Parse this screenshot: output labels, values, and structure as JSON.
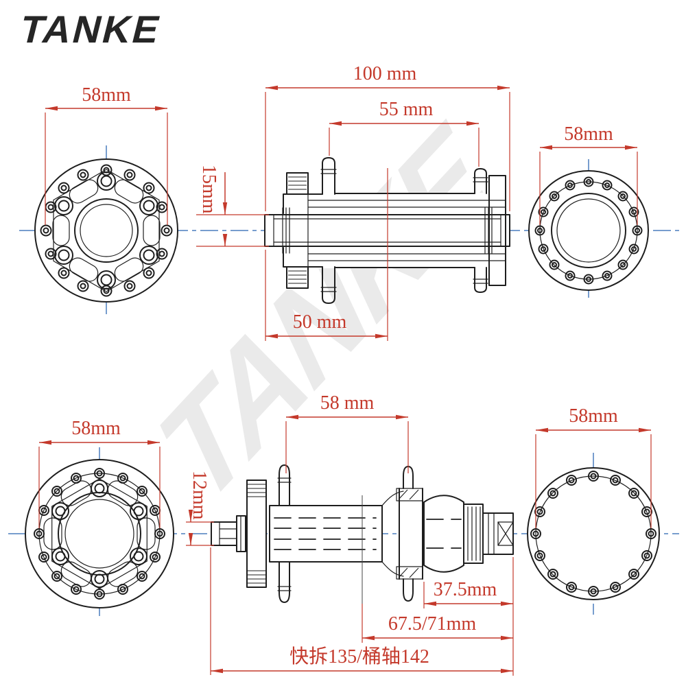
{
  "brand": {
    "logo_text": "TANKE",
    "watermark_text": "TANKE"
  },
  "colors": {
    "dimension": "#c4392b",
    "centerline": "#4a7dbe",
    "line": "#1e1e1e",
    "watermark": "#eaeaea",
    "logo": "#262626",
    "background": "#ffffff"
  },
  "front_hub": {
    "face_view_left": {
      "hole_circle_diameter": "58mm"
    },
    "side_view": {
      "overall_length": "100 mm",
      "flange_spacing": "55 mm",
      "axle_diameter": "15mm",
      "left_to_center": "50 mm"
    },
    "face_view_right": {
      "hole_circle_diameter": "58mm"
    }
  },
  "rear_hub": {
    "face_view_left": {
      "hole_circle_diameter": "58mm"
    },
    "side_view": {
      "flange_spacing": "58 mm",
      "axle_diameter": "12mm",
      "freehub_length": "37.5mm",
      "center_to_end": "67.5/71mm",
      "overall_length": "快拆135/桶轴142"
    },
    "face_view_right": {
      "hole_circle_diameter": "58mm"
    }
  }
}
